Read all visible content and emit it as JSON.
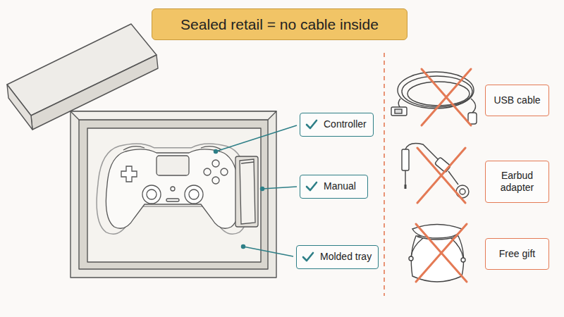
{
  "diagram": {
    "title": "Sealed retail = no cable inside",
    "nodes": [
      {
        "text": [
          "Controller"
        ]
      },
      {
        "text": [
          "Manual"
        ]
      },
      {
        "text": [
          "Molded tray"
        ]
      },
      {
        "text": [
          "USB cable"
        ]
      },
      {
        "text": [
          "Earbud adapter"
        ]
      },
      {
        "text": [
          "Free gift"
        ]
      }
    ]
  }
}
